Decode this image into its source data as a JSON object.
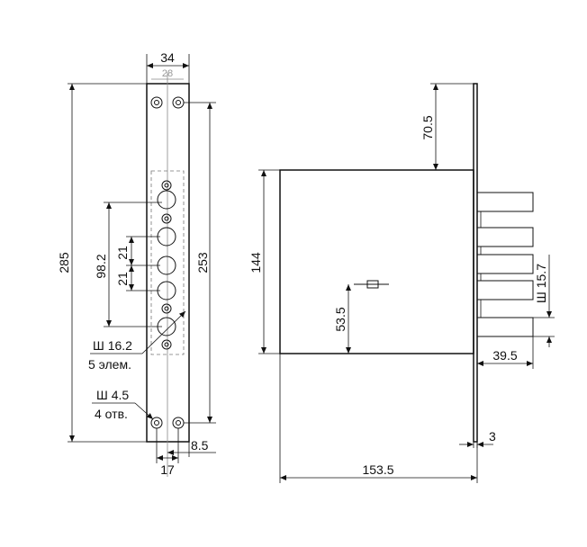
{
  "front_view": {
    "width_label": "34",
    "inner_width_label": "28",
    "height_label": "285",
    "hole_span_label": "253",
    "bolt_span_label": "98.2",
    "bolt_pitch_upper_label": "21",
    "bolt_pitch_lower_label": "21",
    "bolt_note_line1": "Ш 16.2",
    "bolt_note_line2": "5 элем.",
    "hole_note_line1": "Ш 4.5",
    "hole_note_line2": "4 отв.",
    "bottom_pitch_label": "17",
    "edge_offset_label": "8.5"
  },
  "side_view": {
    "top_offset_label": "70.5",
    "body_height_label": "144",
    "key_height_label": "53.5",
    "bolt_diameter_label": "Ш 15.7",
    "bolt_projection_label": "39.5",
    "plate_thickness_label": "3",
    "body_depth_label": "153.5"
  }
}
